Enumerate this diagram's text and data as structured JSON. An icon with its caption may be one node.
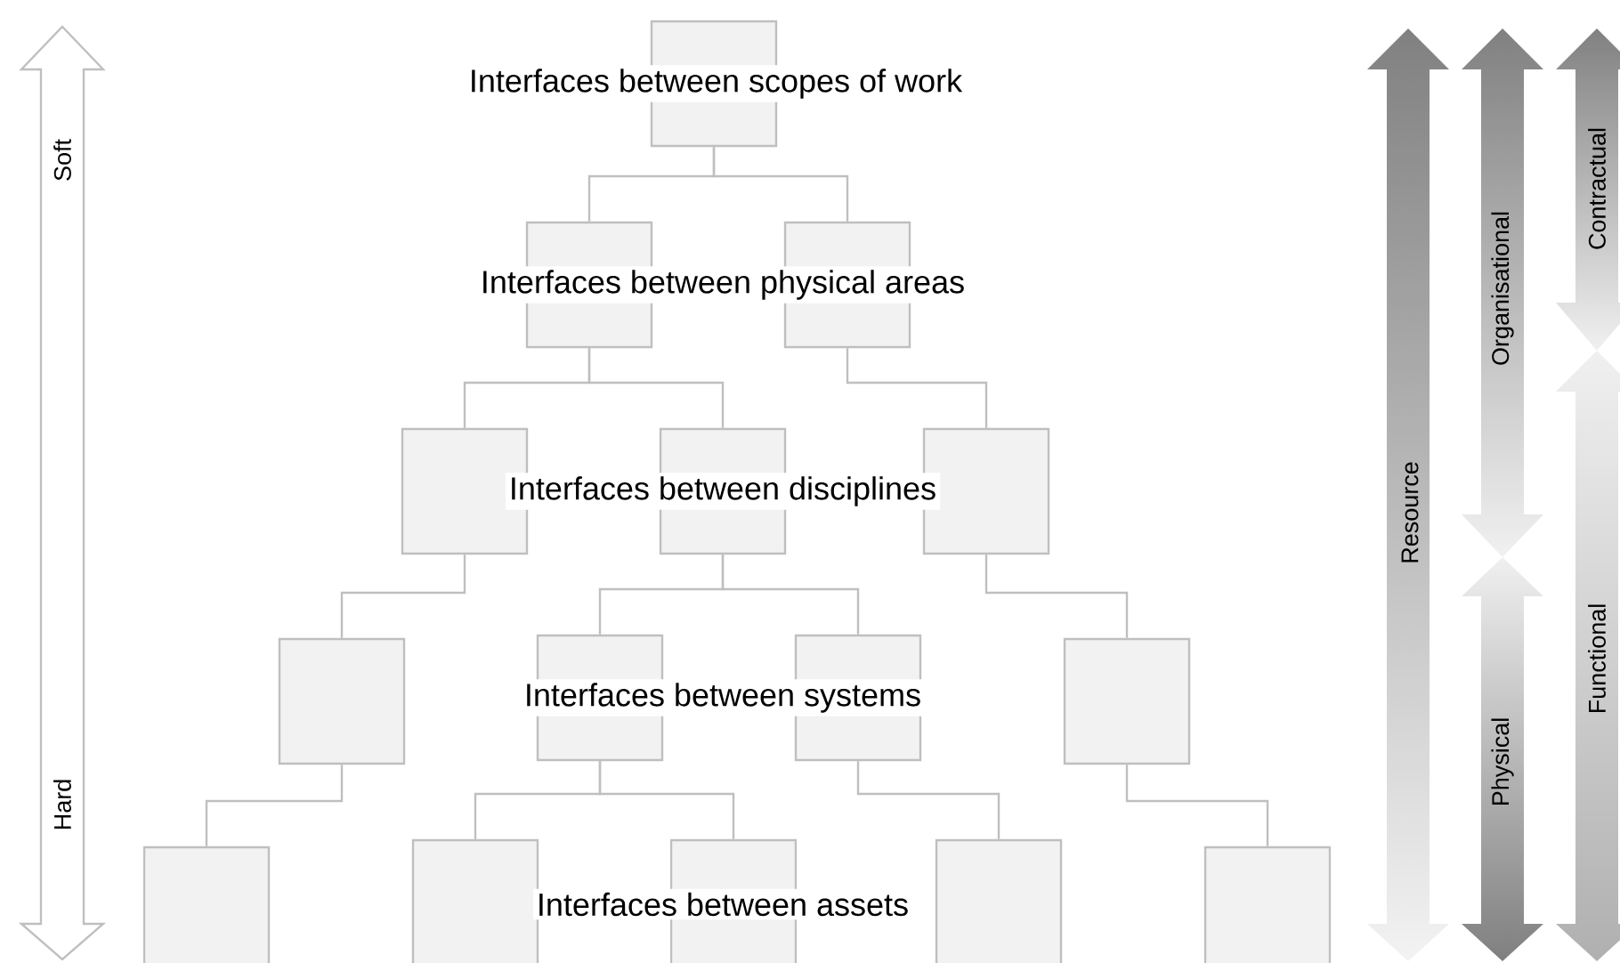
{
  "diagram": {
    "nodes": [
      {
        "text": [],
        "shape": "box"
      },
      {
        "text": [],
        "shape": "box"
      },
      {
        "text": [],
        "shape": "box"
      },
      {
        "text": [],
        "shape": "box"
      },
      {
        "text": [],
        "shape": "box"
      },
      {
        "text": [],
        "shape": "box"
      },
      {
        "text": [],
        "shape": "box"
      },
      {
        "text": [],
        "shape": "box"
      },
      {
        "text": [],
        "shape": "box"
      },
      {
        "text": [],
        "shape": "box"
      },
      {
        "text": [],
        "shape": "box"
      },
      {
        "text": [],
        "shape": "box"
      },
      {
        "text": [],
        "shape": "box"
      },
      {
        "text": [],
        "shape": "box"
      },
      {
        "text": [],
        "shape": "box"
      }
    ],
    "edges": [
      {
        "from": 0,
        "to": 1,
        "arrow": "none"
      },
      {
        "from": 0,
        "to": 2,
        "arrow": "none"
      },
      {
        "from": 1,
        "to": 3,
        "arrow": "none"
      },
      {
        "from": 1,
        "to": 4,
        "arrow": "none"
      },
      {
        "from": 2,
        "to": 5,
        "arrow": "none"
      },
      {
        "from": 3,
        "to": 6,
        "arrow": "none"
      },
      {
        "from": 4,
        "to": 7,
        "arrow": "none"
      },
      {
        "from": 4,
        "to": 8,
        "arrow": "none"
      },
      {
        "from": 5,
        "to": 9,
        "arrow": "none"
      },
      {
        "from": 6,
        "to": 10,
        "arrow": "none"
      },
      {
        "from": 7,
        "to": 11,
        "arrow": "none"
      },
      {
        "from": 7,
        "to": 12,
        "arrow": "none"
      },
      {
        "from": 8,
        "to": 13,
        "arrow": "none"
      },
      {
        "from": 9,
        "to": 14,
        "arrow": "none"
      }
    ],
    "labels": [
      "Soft",
      "Hard",
      "Interfaces between scopes of work",
      "Interfaces between physical areas",
      "Interfaces between disciplines",
      "Interfaces between systems",
      "Interfaces between assets",
      "Resource",
      "Organisational",
      "Physical",
      "Contractual",
      "Functional"
    ]
  }
}
